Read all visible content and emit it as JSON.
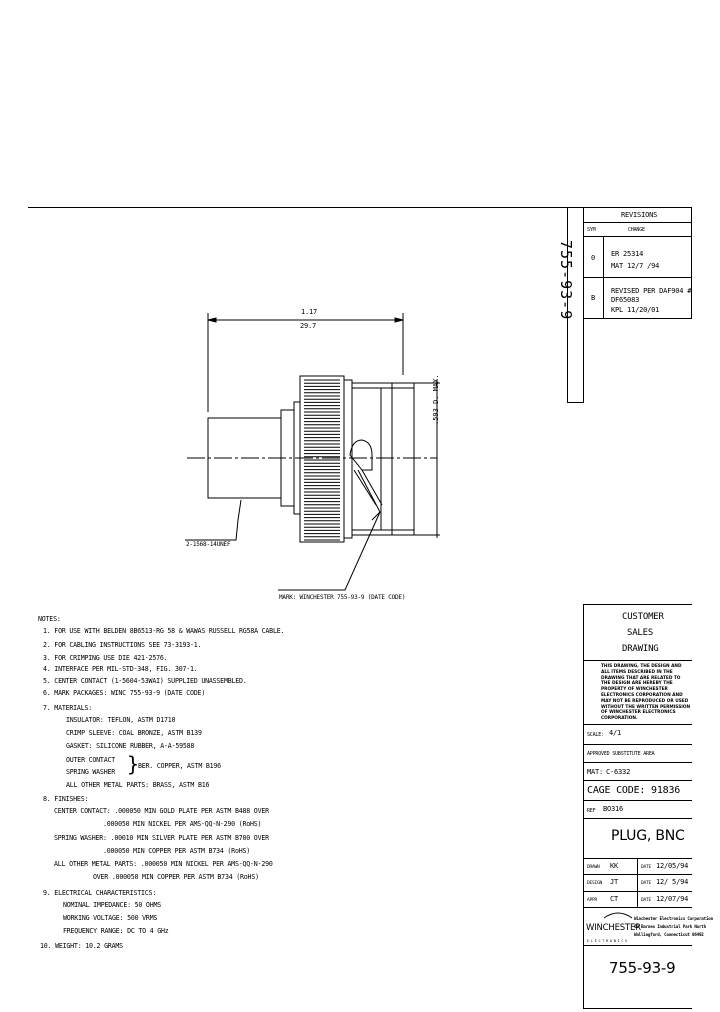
{
  "part_number_vertical": "755-93-9",
  "revisions": {
    "title": "REVISIONS",
    "col_sym": "SYM",
    "col_change": "CHANGE",
    "rows": [
      {
        "sym": "0",
        "line1": "ER 25314",
        "line2": "MAT  12/7 /94"
      },
      {
        "sym": "B",
        "line1": "REVISED PER DAF904 #",
        "line2": "DF65083",
        "line3": "KPL        11/20/01"
      }
    ]
  },
  "drawing": {
    "dim_length": "1.17",
    "dim_length_metric": "29.7",
    "dia_label": ".593 D. MAX.",
    "thread_label": "2-1568-14UNEF",
    "mark_label": "MARK: WINCHESTER 755-93-9 (DATE CODE)"
  },
  "notes": {
    "title": "NOTES:",
    "items": [
      "1. FOR USE WITH BELDEN 8B6513-RG 58 & WAWAS RUSSELL RG58A CABLE.",
      "2. FOR CABLING INSTRUCTIONS SEE 73-3193-1.",
      "3. FOR CRIMPING USE DIE 421-2576.",
      "4. INTERFACE PER MIL-STD-348, FIG. 307-1.",
      "5. CENTER CONTACT (1-5604-53WAI) SUPPLIED UNASSEMBLED.",
      "6. MARK PACKAGES: WINC 755-93-9 (DATE CODE)",
      "7. MATERIALS:",
      "INSULATOR: TEFLON, ASTM D1710",
      "CRIMP SLEEVE: COAL BRONZE, ASTM B139",
      "GASKET: SILICONE RUBBER, A-A-59588",
      "OUTER CONTACT",
      "SPRING WASHER",
      "BER. COPPER, ASTM B196",
      "ALL OTHER METAL PARTS: BRASS, ASTM B16",
      "8. FINISHES:",
      "CENTER CONTACT: .000050 MIN GOLD PLATE PER ASTM B488 OVER",
      ".000050 MIN NICKEL PER AMS-QQ-N-290 (RoHS)",
      "SPRING WASHER: .00010 MIN SILVER PLATE PER ASTM B700 OVER",
      ".000050 MIN COPPER PER ASTM B734 (RoHS)",
      "ALL OTHER METAL PARTS: .000050 MIN NICKEL PER AMS-QQ-N-290",
      "OVER .000050 MIN COPPER PER ASTM B734 (RoHS)",
      "9. ELECTRICAL CHARACTERISTICS:",
      "NOMINAL IMPEDANCE: 50 OHMS",
      "WORKING VOLTAGE: 500 VRMS",
      "FREQUENCY RANGE: DC TO 4 GHz",
      "10. WEIGHT:   10.2 GRAMS"
    ]
  },
  "titleblock": {
    "customer_lines": [
      "CUSTOMER",
      "SALES",
      "DRAWING"
    ],
    "proprietary": "THIS DRAWING, THE DESIGN AND ALL ITEMS DESCRIBED IN THE DRAWING THAT ARE RELATED TO THE DESIGN ARE HEREBY THE PROPERTY OF WINCHESTER ELECTRONICS CORPORATION AND MAY NOT BE REPRODUCED OR USED WITHOUT THE WRITTEN PERMISSION OF WINCHESTER ELECTRONICS CORPORATION.",
    "scale_label": "SCALE:",
    "scale_value": "4/1",
    "approved_label": "APPROVED SUBSTITUTE AREA",
    "mat_label": "MAT:",
    "mat_value": "C-6332",
    "cage_code": "CAGE CODE: 91836",
    "ref_label": "REF",
    "ref_value": "BO316",
    "title": "PLUG, BNC",
    "sign_rows": [
      {
        "role": "DRAWN",
        "who": "KK",
        "date_label": "DATE",
        "date": "12/05/94"
      },
      {
        "role": "DESIGN",
        "who": "JT",
        "date_label": "DATE",
        "date": "12/ 5/94"
      },
      {
        "role": "APPR",
        "who": "CT",
        "date_label": "DATE",
        "date": "12/07/94"
      }
    ],
    "company_logo_text": "WINCHESTER",
    "company_sub": "E L E C T R O N I C S",
    "company_address": [
      "Winchester Electronics Corporation",
      "62 Barnes Industrial Park North",
      "Wallingford, Connecticut 06492"
    ],
    "drawing_number": "755-93-9"
  }
}
